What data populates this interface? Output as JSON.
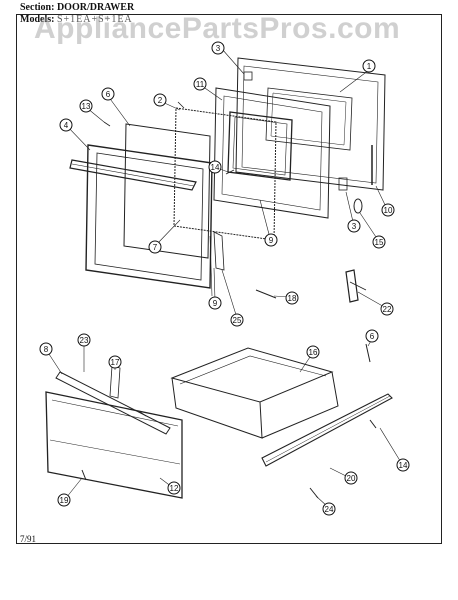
{
  "header": {
    "section_label": "Section:",
    "section_value": "DOOR/DRAWER",
    "model_label": "Models:",
    "model_value": "S+1EA+S+1EA"
  },
  "watermark": "AppliancePartsPros.com",
  "footer": {
    "date": "7/91"
  },
  "callouts": {
    "c1": "1",
    "c2": "2",
    "c3a": "3",
    "c3b": "3",
    "c4": "4",
    "c6a": "6",
    "c6b": "6",
    "c7": "7",
    "c8": "8",
    "c9a": "9",
    "c9b": "9",
    "c10": "10",
    "c11": "11",
    "c12": "12",
    "c13": "13",
    "c14a": "14",
    "c14b": "14",
    "c15": "15",
    "c16": "16",
    "c17": "17",
    "c18": "18",
    "c19": "19",
    "c20": "20",
    "c22": "22",
    "c23": "23",
    "c24": "24",
    "c25": "25"
  }
}
